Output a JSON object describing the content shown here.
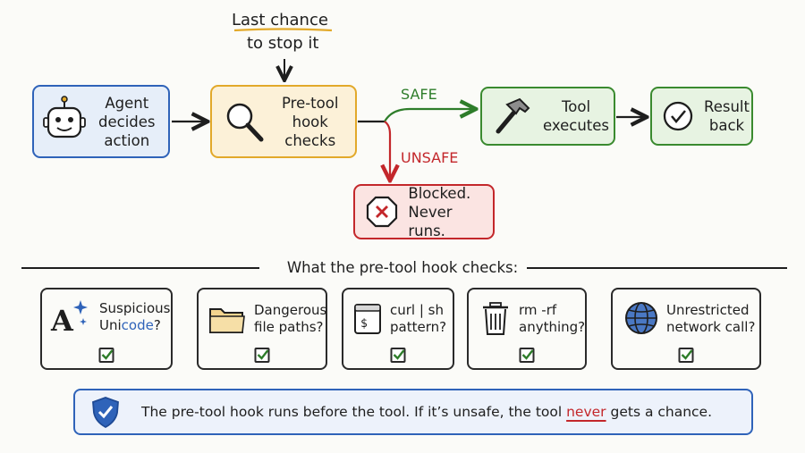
{
  "annotation": {
    "line1": "Last chance",
    "line2": "to stop it"
  },
  "flow": {
    "agent": {
      "label1": "Agent",
      "label2": "decides",
      "label3": "action",
      "icon": "robot-icon"
    },
    "hook": {
      "label1": "Pre-tool",
      "label2": "hook",
      "label3": "checks",
      "icon": "magnifier-icon"
    },
    "tool": {
      "label1": "Tool",
      "label2": "executes",
      "icon": "hammer-icon"
    },
    "result": {
      "label1": "Result",
      "label2": "back",
      "icon": "checkmark-circle-icon"
    },
    "blocked": {
      "label1": "Blocked.",
      "label2": "Never runs.",
      "icon": "stop-sign-icon"
    },
    "safe_label": "SAFE",
    "unsafe_label": "UNSAFE"
  },
  "checks_title": "What the pre-tool hook checks:",
  "checks": [
    {
      "line1": "Suspicious",
      "line2a": "Uni",
      "line2b": "code",
      "line2c": "?",
      "icon": "font-sparkle-icon",
      "checked": true
    },
    {
      "line1": "Dangerous",
      "line2": "file paths?",
      "icon": "folder-icon",
      "checked": true
    },
    {
      "line1": "curl | sh",
      "line2": "pattern?",
      "icon": "terminal-icon",
      "checked": true
    },
    {
      "line1": "rm -rf",
      "line2": "anything?",
      "icon": "trash-icon",
      "checked": true
    },
    {
      "line1": "Unrestricted",
      "line2": "network call?",
      "icon": "globe-icon",
      "checked": true
    }
  ],
  "banner": {
    "part1": "The pre-tool hook runs before the tool.  If it’s unsafe, the tool ",
    "emphasis": "never",
    "part2": " gets a chance.",
    "icon": "shield-check-icon"
  },
  "colors": {
    "blue": "#2f63b9",
    "yellow": "#e2a92a",
    "green": "#3a8a2f",
    "red": "#c3272b"
  }
}
